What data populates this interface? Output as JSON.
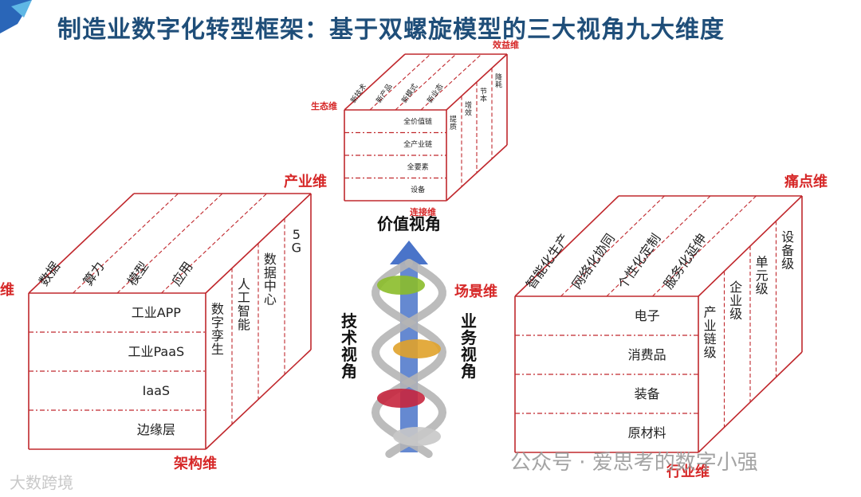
{
  "title": "制造业数字化转型框架：基于双螺旋模型的三大视角九大维度",
  "center": {
    "top_label": "价值视角",
    "left_label": "技术视角",
    "right_label": "业务视角",
    "left_chars": [
      "技",
      "术",
      "视",
      "角"
    ],
    "right_chars": [
      "业",
      "务",
      "视",
      "角"
    ]
  },
  "top_cube": {
    "label_top": "效益维",
    "label_left": "生态维",
    "label_bottom": "连接维",
    "top_items": [
      "新技术",
      "新产品",
      "新模式",
      "新业态"
    ],
    "front_rows": [
      "全价值链",
      "全产业链",
      "全要素",
      "设备"
    ],
    "side_items": [
      "提质",
      "增效",
      "节本",
      "降耗"
    ]
  },
  "left_cube": {
    "label_top": "产业维",
    "label_left": "维",
    "label_bottom": "架构维",
    "top_items": [
      "数据",
      "算力",
      "模型",
      "应用"
    ],
    "front_rows": [
      "工业APP",
      "工业PaaS",
      "IaaS",
      "边缘层"
    ],
    "side_items": [
      "数字孪生",
      "人工智能",
      "数据中心",
      "5G"
    ]
  },
  "right_cube": {
    "label_top": "痛点维",
    "label_left": "场景维",
    "label_bottom": "行业维",
    "top_items": [
      "智能化生产",
      "网络化协同",
      "个性化定制",
      "服务化延伸"
    ],
    "front_rows": [
      "电子",
      "消费品",
      "装备",
      "原材料"
    ],
    "side_items": [
      "产业链级",
      "企业级",
      "单元级",
      "设备级"
    ]
  },
  "watermark": "公众号 · 爱思考的数字小强",
  "watermark2": "大数跨境",
  "colors": {
    "title": "#1f4e79",
    "cube_line": "#c0282d",
    "label": "#d62828",
    "arrow": "#4a74c9"
  }
}
